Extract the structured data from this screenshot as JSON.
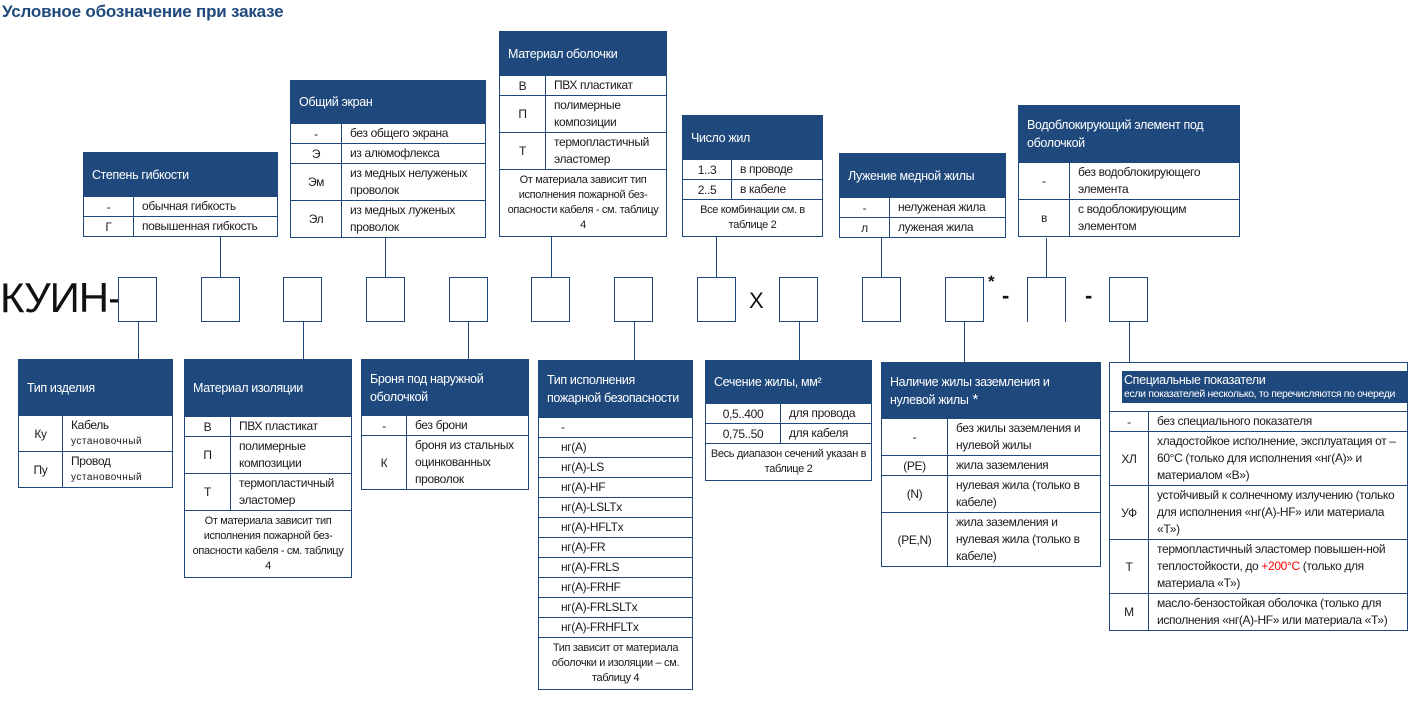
{
  "page_title": "Условное обозначение при заказе",
  "code_prefix": "КУИН-",
  "symbols": {
    "times": "Х",
    "asterisk": "*",
    "dash1": "-",
    "dash2": "-"
  },
  "colors": {
    "header": "#1f497d",
    "highlight": "#ff0000"
  },
  "tables": {
    "flex": {
      "title": "Степень гибкости",
      "rows": [
        {
          "key": "-",
          "value": "обычная гибкость"
        },
        {
          "key": "Г",
          "value": "повышенная гибкость"
        }
      ]
    },
    "screen": {
      "title": "Общий экран",
      "rows": [
        {
          "key": "-",
          "value": "без общего экрана"
        },
        {
          "key": "Э",
          "value": "из алюмофлекса"
        },
        {
          "key": "Эм",
          "value": "из медных нелуженых проволок"
        },
        {
          "key": "Эл",
          "value": "из медных луженых проволок"
        }
      ]
    },
    "sheath": {
      "title": "Материал оболочки",
      "rows": [
        {
          "key": "В",
          "value": "ПВХ пластикат"
        },
        {
          "key": "П",
          "value": "полимерные композиции"
        },
        {
          "key": "Т",
          "value": "термопластичный эластомер"
        }
      ],
      "note": "От материала зависит тип исполнения пожарной без-опасности кабеля - см. таблицу 4"
    },
    "cores": {
      "title": "Число жил",
      "rows": [
        {
          "key": "1..3",
          "value": "в проводе"
        },
        {
          "key": "2..5",
          "value": "в кабеле"
        }
      ],
      "note": "Все комбинации см. в таблице 2"
    },
    "tinning": {
      "title": "Лужение медной жилы",
      "rows": [
        {
          "key": "-",
          "value": "нелуженая жила"
        },
        {
          "key": "л",
          "value": "луженая жила"
        }
      ]
    },
    "water": {
      "title": "Водоблокирующий элемент под оболочкой",
      "rows": [
        {
          "key": "-",
          "value": "без водоблокирующего элемента"
        },
        {
          "key": "в",
          "value": "с водоблокирующим элементом"
        }
      ]
    },
    "type": {
      "title": "Тип изделия",
      "rows": [
        {
          "key": "Ку",
          "value": "Кабель",
          "sub": "установочный"
        },
        {
          "key": "Пу",
          "value": "Провод",
          "sub": "установочный"
        }
      ]
    },
    "insul": {
      "title": "Материал изоляции",
      "rows": [
        {
          "key": "В",
          "value": "ПВХ пластикат"
        },
        {
          "key": "П",
          "value": "полимерные композиции"
        },
        {
          "key": "Т",
          "value": "термопластичный эластомер"
        }
      ],
      "note": "От материала зависит тип исполнения пожарной без-опасности кабеля - см. таблицу 4"
    },
    "armor": {
      "title": "Броня под наружной оболочкой",
      "rows": [
        {
          "key": "-",
          "value": "без брони"
        },
        {
          "key": "К",
          "value": "броня из стальных оцинкованных проволок"
        }
      ]
    },
    "fire": {
      "title": "Тип исполнения пожарной безопасности",
      "rows": [
        {
          "value": "-"
        },
        {
          "value": "нг(А)"
        },
        {
          "value": "нг(А)-LS"
        },
        {
          "value": "нг(А)-HF"
        },
        {
          "value": "нг(А)-LSLTx"
        },
        {
          "value": "нг(А)-HFLTx"
        },
        {
          "value": "нг(А)-FR"
        },
        {
          "value": "нг(А)-FRLS"
        },
        {
          "value": "нг(А)-FRHF"
        },
        {
          "value": "нг(А)-FRLSLTx"
        },
        {
          "value": "нг(А)-FRHFLTx"
        }
      ],
      "note": "Тип зависит от материала оболочки и изоляции – см. таблицу 4"
    },
    "section": {
      "title": "Сечение жилы, мм²",
      "rows": [
        {
          "key": "0,5..400",
          "value": "для провода"
        },
        {
          "key": "0,75..50",
          "value": "для кабеля"
        }
      ],
      "note": "Весь диапазон сечений указан в таблице 2"
    },
    "earth": {
      "title": "Наличие жилы заземления и нулевой жилы",
      "star": "*",
      "rows": [
        {
          "key": "-",
          "value": "без жилы заземления и нулевой жилы"
        },
        {
          "key": "(PE)",
          "value": "жила заземления"
        },
        {
          "key": "(N)",
          "value": "нулевая жила (только в кабеле)"
        },
        {
          "key": "(PE,N)",
          "value": "жила заземления и нулевая жила (только в кабеле)"
        }
      ]
    },
    "special": {
      "title": "Специальные показатели",
      "subtitle": "если показателей несколько, то перечисляются по очереди",
      "rows": [
        {
          "key": "-",
          "value": "без специального показателя"
        },
        {
          "key": "ХЛ",
          "value": "хладостойкое исполнение, эксплуатация от –60°C (только для исполнения «нг(А)» и материалом «В»)"
        },
        {
          "key": "УФ",
          "value": "устойчивый к солнечному излучению (только для исполнения «нг(А)-HF» или материала «Т»)"
        },
        {
          "key": "Т",
          "value": "термопластичный эластомер повышен-ной теплостойкости, до ",
          "value_red": "+200°C",
          "value_post": " (только для материала «Т»)"
        },
        {
          "key": "М",
          "value": "масло-бензостойкая оболочка (только для исполнения «нг(А)-HF» или материала «Т»)"
        }
      ]
    }
  }
}
